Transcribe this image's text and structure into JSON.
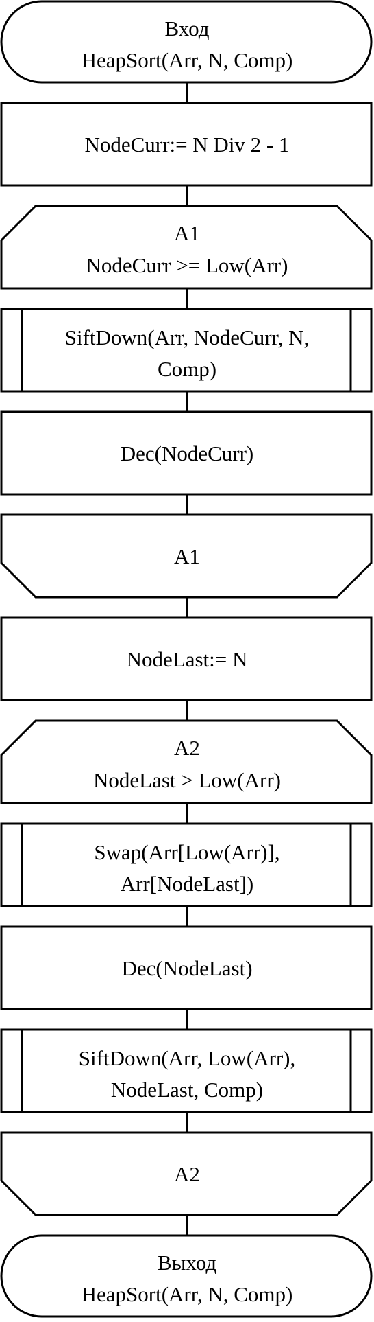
{
  "blocks": {
    "start": {
      "line1": "Вход",
      "line2": "HeapSort(Arr, N, Comp)"
    },
    "init_node_curr": {
      "text": "NodeCurr:= N Div 2 - 1"
    },
    "loop1_begin": {
      "line1": "A1",
      "line2": "NodeCurr >= Low(Arr)"
    },
    "sift_down_1": {
      "line1": "SiftDown(Arr, NodeCurr, N,",
      "line2": "Comp)"
    },
    "dec_node_curr": {
      "text": "Dec(NodeCurr)"
    },
    "loop1_end": {
      "text": "A1"
    },
    "init_node_last": {
      "text": "NodeLast:= N"
    },
    "loop2_begin": {
      "line1": "A2",
      "line2": "NodeLast > Low(Arr)"
    },
    "swap": {
      "line1": "Swap(Arr[Low(Arr)],",
      "line2": "Arr[NodeLast])"
    },
    "dec_node_last": {
      "text": "Dec(NodeLast)"
    },
    "sift_down_2": {
      "line1": "SiftDown(Arr, Low(Arr),",
      "line2": "NodeLast, Comp)"
    },
    "loop2_end": {
      "text": "A2"
    },
    "end": {
      "line1": "Выход",
      "line2": "HeapSort(Arr, N, Comp)"
    }
  }
}
